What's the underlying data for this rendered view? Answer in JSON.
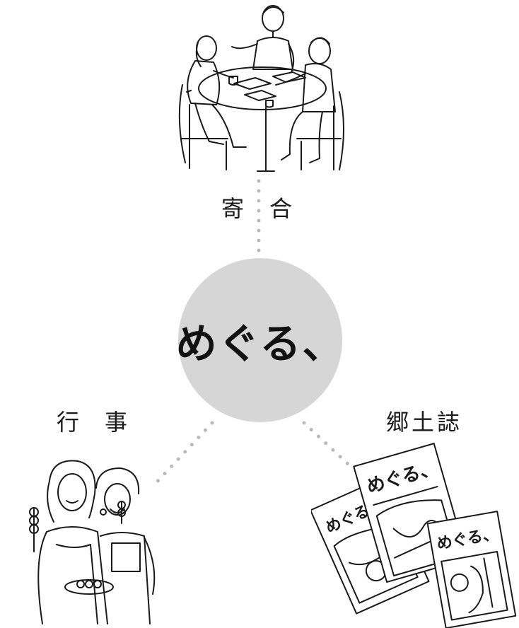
{
  "center": {
    "label": "めぐる、",
    "circle_color": "#d6d6d6"
  },
  "nodes": [
    {
      "id": "meeting",
      "label": "寄合",
      "icon": "meeting-table-illustration"
    },
    {
      "id": "event",
      "label": "行事",
      "icon": "event-people-illustration"
    },
    {
      "id": "magazine",
      "label": "郷土誌",
      "icon": "magazine-stack-illustration"
    }
  ],
  "magazine": {
    "cover_title": "めぐる、"
  },
  "colors": {
    "line": "#1a1a1a",
    "connector": "#b9b9b9",
    "background": "#ffffff"
  }
}
